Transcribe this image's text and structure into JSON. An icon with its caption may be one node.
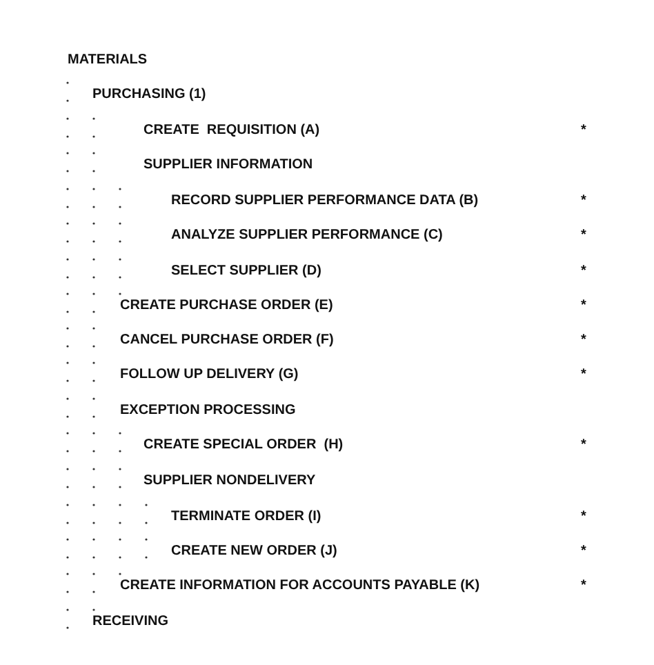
{
  "diagram": {
    "labels": [
      "MATERIALS",
      "PURCHASING (1)",
      "CREATE  REQUISITION (A)",
      "*",
      "SUPPLIER INFORMATION",
      "RECORD SUPPLIER PERFORMANCE DATA (B)",
      "*",
      "ANALYZE SUPPLIER PERFORMANCE (C)",
      "*",
      "SELECT SUPPLIER (D)",
      "*",
      "CREATE PURCHASE ORDER (E)",
      "*",
      "CANCEL PURCHASE ORDER (F)",
      "*",
      "FOLLOW UP DELIVERY (G)",
      "*",
      "EXCEPTION PROCESSING",
      "CREATE SPECIAL ORDER  (H)",
      "*",
      "SUPPLIER NONDELIVERY",
      "TERMINATE ORDER (I)",
      "*",
      "CREATE NEW ORDER (J)",
      "*",
      "CREATE INFORMATION FOR ACCOUNTS PAYABLE (K)",
      "*",
      "RECEIVING"
    ]
  }
}
